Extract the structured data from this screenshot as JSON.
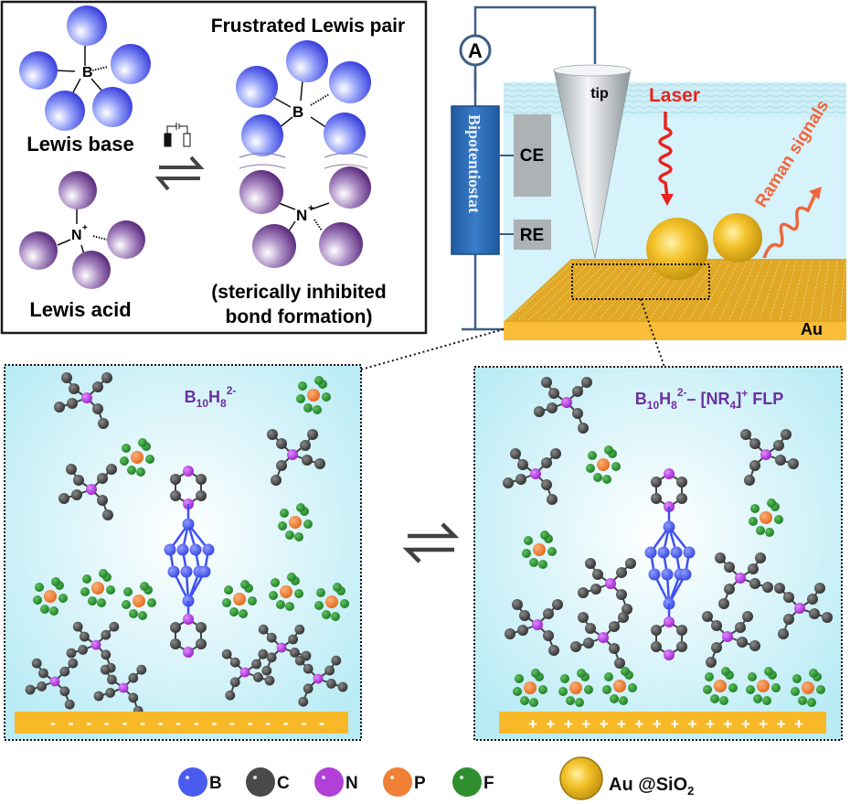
{
  "panel_flp": {
    "title": "Frustrated Lewis pair",
    "lewis_base_label": "Lewis base",
    "lewis_acid_label": "Lewis acid",
    "boron_label": "B",
    "nitrogen_label": "N",
    "nitrogen_charge": "+",
    "caption_line1": "(sterically inhibited",
    "caption_line2": "bond formation)",
    "battery_icon": "potential-switch-icon",
    "equilibrium_icon": "equilibrium-arrows-icon"
  },
  "panel_setup": {
    "ammeter_label": "A",
    "potentiostat_label": "Bipotentiostat",
    "ce_label": "CE",
    "re_label": "RE",
    "tip_label": "tip",
    "laser_label": "Laser",
    "raman_label": "Raman signals",
    "substrate_label": "Au"
  },
  "panel_left": {
    "title_main": "B",
    "title_sub1": "10",
    "title_h": "H",
    "title_sub2": "8",
    "title_sup": "2-",
    "electrode_charge": "-",
    "charge_count": 16
  },
  "panel_right": {
    "title_main": "B",
    "title_sub1": "10",
    "title_h": "H",
    "title_sub2": "8",
    "title_sup": "2-",
    "title_dash": "– [NR",
    "title_sub3": "4",
    "title_bracket": "]",
    "title_sup2": "+",
    "title_tail": " FLP",
    "electrode_charge": "+",
    "charge_count": 16
  },
  "equilibrium_center_icon": "equilibrium-arrows-icon",
  "legend": {
    "items": [
      {
        "label": "B",
        "color": "#4a5cf0"
      },
      {
        "label": "C",
        "color": "#4a4a4a"
      },
      {
        "label": "N",
        "color": "#b23fd8"
      },
      {
        "label": "P",
        "color": "#ef8035"
      },
      {
        "label": "F",
        "color": "#2f8f2f"
      }
    ],
    "au_label": "Au @SiO",
    "au_sub": "2",
    "au_color": "#f0b81c"
  },
  "colors": {
    "boron_blue": "#3f51f2",
    "acid_purple": "#6a2c8e",
    "panel_bg": "#c9f0f8",
    "gold": "#f7b928",
    "potentiostat_blue": "#2e6db4",
    "laser_red": "#e8231f",
    "raman_orange": "#f0663a",
    "title_purple": "#6b2fa0"
  }
}
